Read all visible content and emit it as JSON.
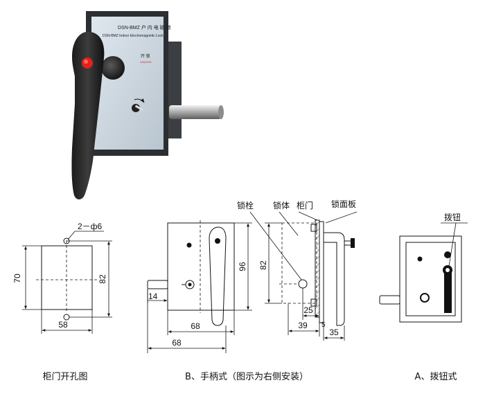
{
  "photo": {
    "label_line1": "DSN-BMZ 户 内 电 磁 锁",
    "label_line2": "DSN-BMZ Indoor Electromagnetic Lock",
    "unlock_label": "开 锁",
    "unlock_label_en": "UNLOCK"
  },
  "drawings": {
    "panel_cutout": {
      "holes_label": "2－ф6",
      "dim_width": "58",
      "dim_height_left": "70",
      "dim_height_right": "82",
      "caption": "柜门开孔图"
    },
    "handle_type": {
      "dim_96": "96",
      "dim_82": "82",
      "dim_14": "14",
      "dim_68_inner": "68",
      "dim_68_outer": "68",
      "dim_25": "25",
      "dim_39": "39",
      "dim_5": "5",
      "dim_35": "35",
      "label_bolt": "锁栓",
      "label_body": "锁体",
      "label_door": "柜门",
      "label_faceplate": "锁面板",
      "caption": "B、手柄式（图示为右侧安装）"
    },
    "knob_type": {
      "label_knob": "拨钮",
      "caption": "A、拨钮式"
    }
  }
}
